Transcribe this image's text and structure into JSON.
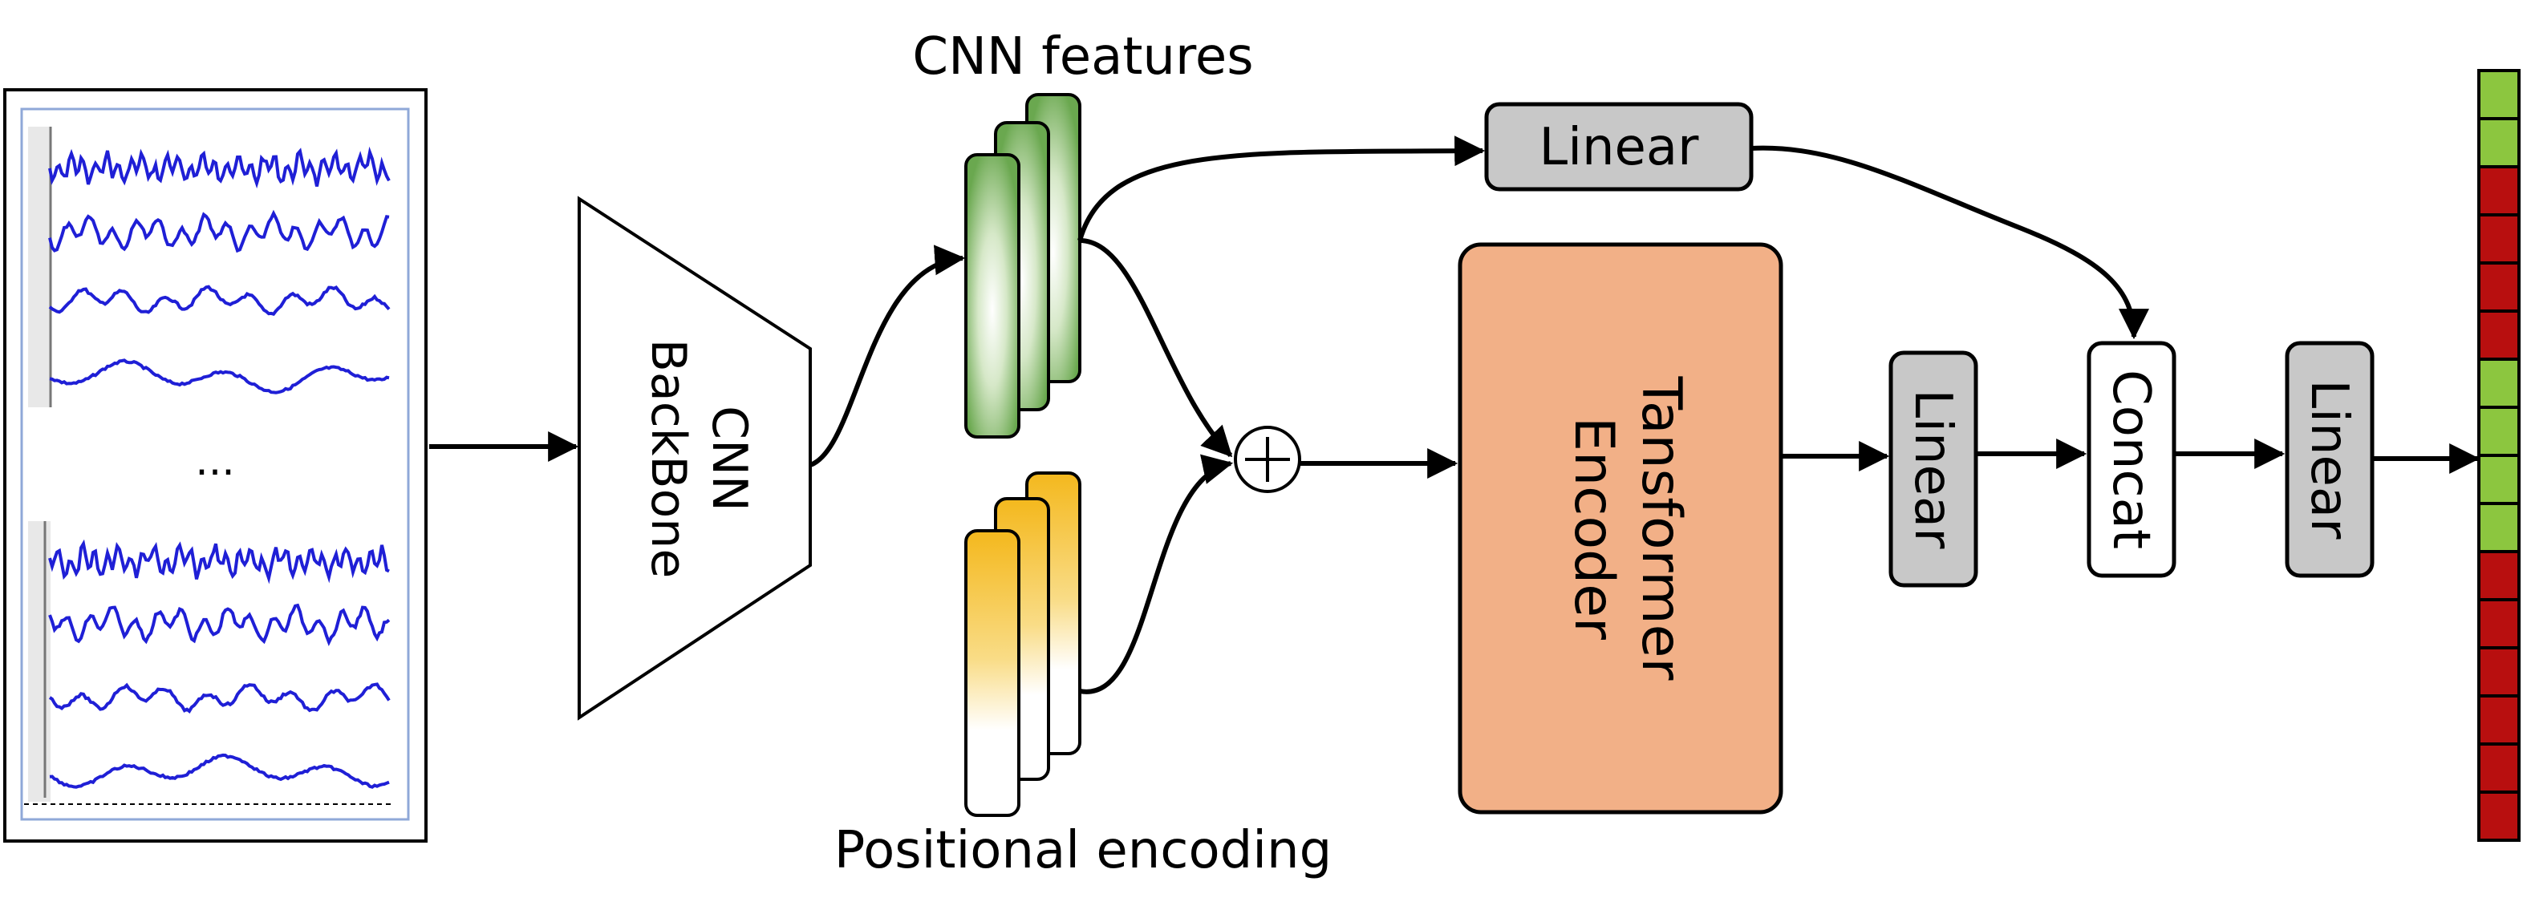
{
  "input_panel": {
    "ellipsis": "..."
  },
  "backbone": {
    "line1": "CNN",
    "line2": "BackBone"
  },
  "cnn_features": {
    "label": "CNN features"
  },
  "positional": {
    "label": "Positional encoding"
  },
  "sum_node": {
    "symbol": "+"
  },
  "encoder": {
    "line1": "Tansformer",
    "line2": "Encoder"
  },
  "linear_top": {
    "label": "Linear"
  },
  "linear_mid": {
    "label": "Linear"
  },
  "concat": {
    "label": "Concat"
  },
  "linear_out": {
    "label": "Linear"
  },
  "output_bar": {
    "cells": [
      "green",
      "green",
      "red",
      "red",
      "red",
      "red",
      "green",
      "green",
      "green",
      "green",
      "red",
      "red",
      "red",
      "red",
      "red",
      "red"
    ]
  },
  "colors": {
    "signal": "#1f1fd6",
    "feature_green_dark": "#6aa84f",
    "feature_green_light": "#ffffff",
    "pos_yellow": "#f4b81d",
    "encoder_fill": "#f2b087",
    "linear_fill": "#c8c8c8",
    "cell_green": "#8cc63f",
    "cell_red": "#b80f0f"
  }
}
